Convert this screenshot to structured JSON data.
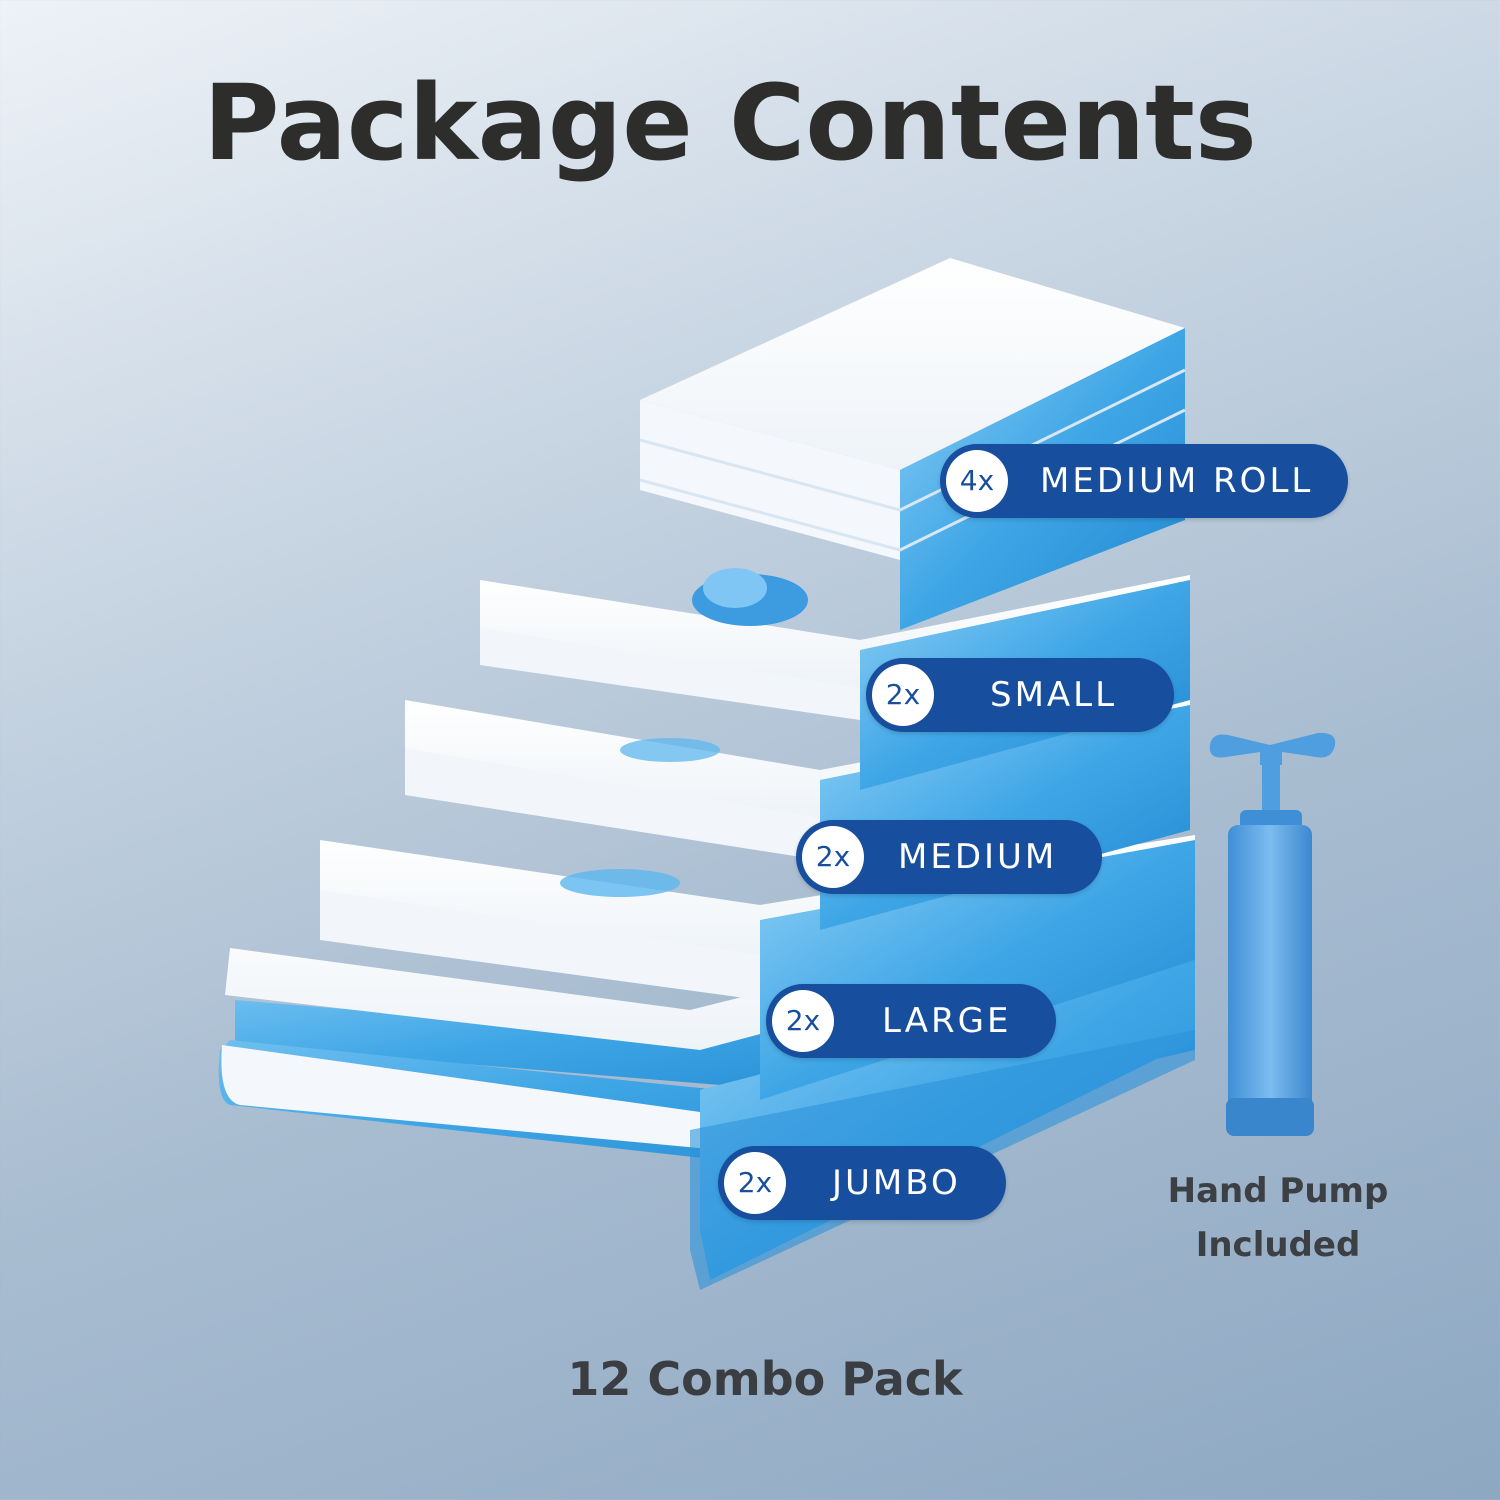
{
  "title": "Package Contents",
  "items": [
    {
      "qty": "4x",
      "label": "MEDIUM ROLL"
    },
    {
      "qty": "2x",
      "label": "SMALL"
    },
    {
      "qty": "2x",
      "label": "MEDIUM"
    },
    {
      "qty": "2x",
      "label": "LARGE"
    },
    {
      "qty": "2x",
      "label": "JUMBO"
    }
  ],
  "pump": {
    "line1": "Hand Pump",
    "line2": "Included"
  },
  "footer": "12 Combo Pack",
  "colors": {
    "badge": "#174e9e",
    "bag_blue": "#3fa6e6",
    "pump_blue": "#5aa6e2",
    "title": "#2d2d2b"
  },
  "icons": [
    "vacuum-bag-icon",
    "valve-icon",
    "hand-pump-icon"
  ]
}
